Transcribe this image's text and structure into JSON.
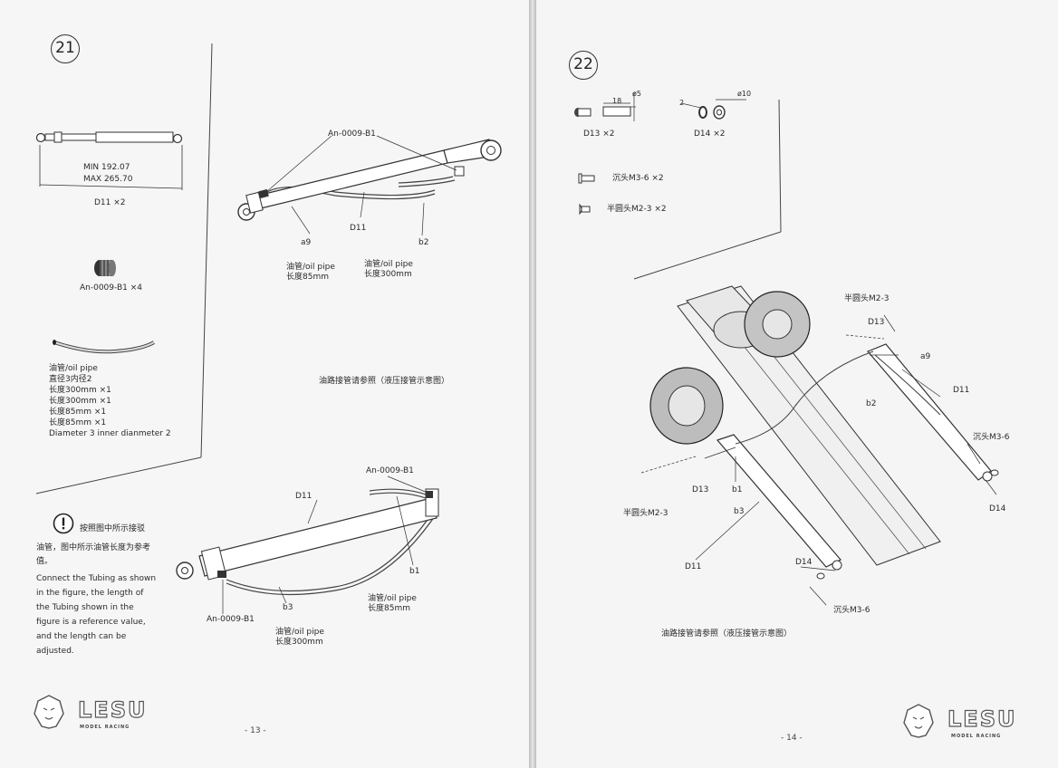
{
  "left_page": {
    "step_number": "21",
    "page_number": "- 13 -",
    "cylinder_part": {
      "min_label": "MIN 192.07",
      "max_label": "MAX 265.70",
      "label": "D11   ×2"
    },
    "fitting_part": {
      "label": "An-0009-B1    ×4"
    },
    "oil_pipe_list": [
      "油管/oil pipe",
      "直径3内径2",
      "长度300mm    ×1",
      "长度300mm    ×1",
      "长度85mm      ×1",
      "长度85mm      ×1",
      "Diameter 3 inner dianmeter 2"
    ],
    "diagram_top": {
      "fitting_label": "An-0009-B1",
      "cylinder_label": "D11",
      "callout_a9": "a9",
      "callout_b2": "b2",
      "pipe_a9": [
        "油管/oil pipe",
        "长度85mm"
      ],
      "pipe_b2": [
        "油管/oil pipe",
        "长度300mm"
      ],
      "caption": "油路接管请参照（液压接管示意图）"
    },
    "diagram_bottom": {
      "fitting_label_top": "An-0009-B1",
      "fitting_label_bottom": "An-0009-B1",
      "cylinder_label": "D11",
      "callout_b1": "b1",
      "callout_b3": "b3",
      "pipe_b1": [
        "油管/oil pipe",
        "长度85mm"
      ],
      "pipe_b3": [
        "油管/oil pipe",
        "长度300mm"
      ]
    },
    "notice": {
      "icon": "exclamation-circle-icon",
      "title": "按照图中所示接驳",
      "cn_lines": [
        "油管，图中所示油管长度为参考",
        "值。"
      ],
      "en_lines": [
        "Connect the Tubing as shown",
        "in the figure, the length of",
        "the Tubing shown in the",
        "figure is a reference value,",
        "and the length can be",
        "adjusted."
      ]
    },
    "logo": {
      "text": "LESU",
      "sub": "MODEL RACING"
    }
  },
  "right_page": {
    "step_number": "22",
    "page_number": "- 14 -",
    "parts": {
      "d13_dim": "18",
      "d13_dim2": "ø5",
      "d13_label": "D13   ×2",
      "d14_dim": "2",
      "d14_dim2": "ø10",
      "d14_label": "D14   ×2",
      "screw1_label": "沉头M3-6     ×2",
      "screw2_label": "半圆头M2-3     ×2"
    },
    "assembly_labels": {
      "m23_top": "半圆头M2-3",
      "d13_top": "D13",
      "a9": "a9",
      "b2": "b2",
      "d11_right": "D11",
      "m36_right": "沉头M3-6",
      "d14_right": "D14",
      "m23_left": "半圆头M2-3",
      "d13_left": "D13",
      "b1": "b1",
      "b3": "b3",
      "d11_bottom": "D11",
      "d14_bottom": "D14",
      "m36_bottom": "沉头M3-6"
    },
    "caption": "油路接管请参照（液压接管示意图）",
    "logo": {
      "text": "LESU",
      "sub": "MODEL RACING"
    }
  }
}
